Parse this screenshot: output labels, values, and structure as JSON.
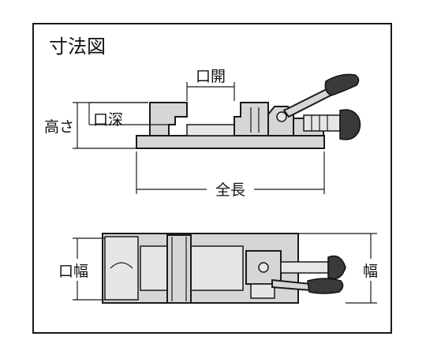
{
  "title": "寸法図",
  "labels": {
    "jaw_opening": "口開",
    "height": "高さ",
    "jaw_depth": "口深",
    "overall_length": "全長",
    "jaw_width": "口幅",
    "width": "幅"
  },
  "colors": {
    "line": "#1a1a1a",
    "body_fill": "#d6d6d6",
    "background": "#ffffff"
  }
}
